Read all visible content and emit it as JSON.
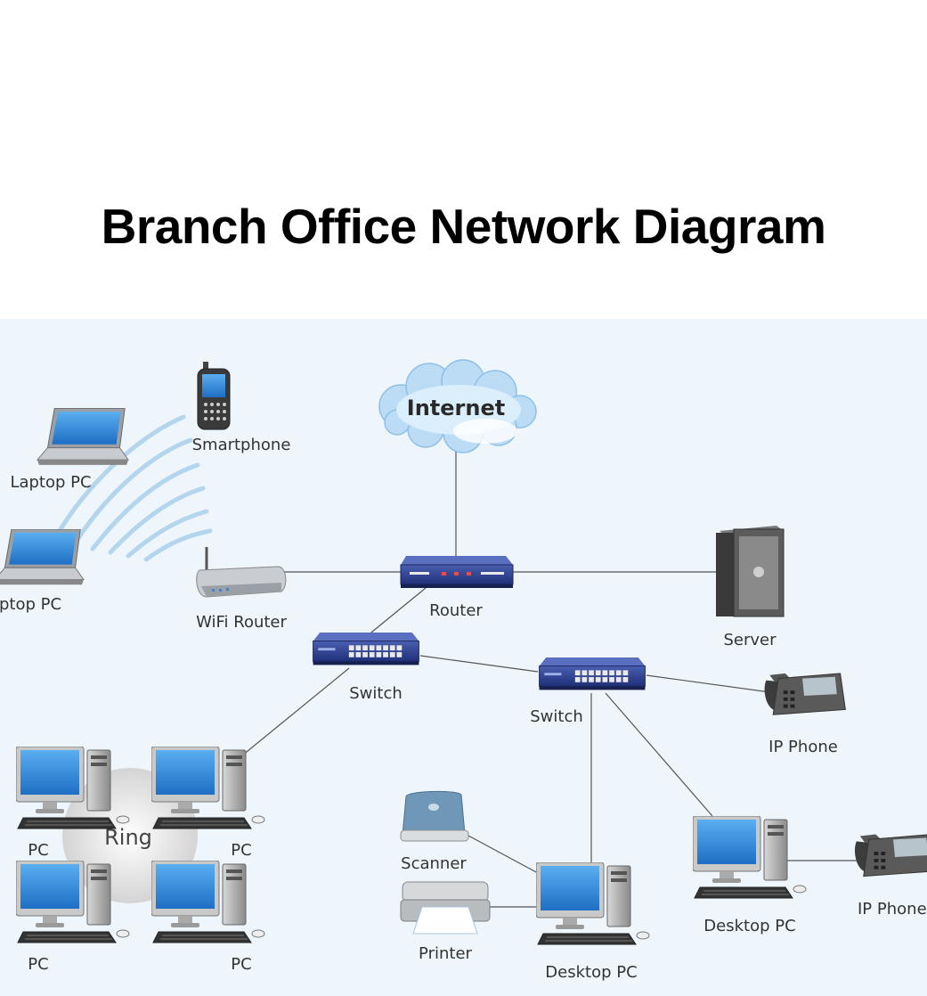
{
  "title": "Branch Office Network Diagram",
  "colors": {
    "background": "#eff6fb",
    "device_blue": "#2b3f8e",
    "screen_blue": "#3a8fd8",
    "line": "#555555",
    "label": "#333333"
  },
  "labels": {
    "internet": "Internet",
    "smartphone": "Smartphone",
    "laptop1": "Laptop PC",
    "laptop2": "ptop PC",
    "wifi_router": "WiFi Router",
    "router": "Router",
    "server": "Server",
    "switch1": "Switch",
    "switch2": "Switch",
    "ip_phone1": "IP Phone",
    "ip_phone2": "IP Phone",
    "ring": "Ring",
    "pc1": "PC",
    "pc2": "PC",
    "pc3": "PC",
    "pc4": "PC",
    "scanner": "Scanner",
    "printer": "Printer",
    "desktop1": "Desktop PC",
    "desktop2": "Desktop PC"
  }
}
